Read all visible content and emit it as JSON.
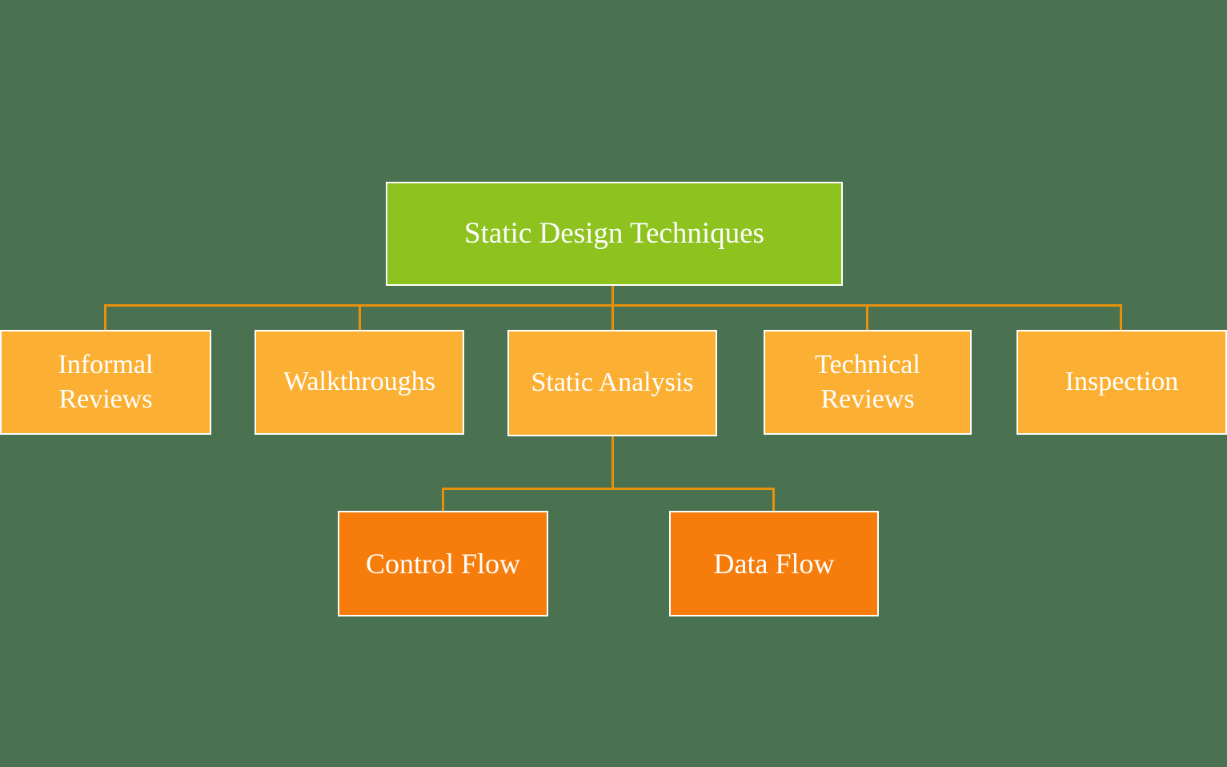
{
  "diagram": {
    "title": "Static Design Techniques hierarchy",
    "colors": {
      "background": "#4a7150",
      "root_fill": "#8dc21f",
      "level1_fill": "#fbb034",
      "level2_fill": "#f67d0c",
      "connector": "#e8920b",
      "border": "#ffffff",
      "text": "#ffffff"
    },
    "root": {
      "label": "Static Design Techniques",
      "fill": "#8dc21f"
    },
    "level1": [
      {
        "label": "Informal Reviews",
        "fill": "#fbb034",
        "parent": "Static Design Techniques"
      },
      {
        "label": "Walkthroughs",
        "fill": "#fbb034",
        "parent": "Static Design Techniques"
      },
      {
        "label": "Static Analysis",
        "fill": "#fbb034",
        "parent": "Static Design Techniques"
      },
      {
        "label": "Technical Reviews",
        "fill": "#fbb034",
        "parent": "Static Design Techniques"
      },
      {
        "label": "Inspection",
        "fill": "#fbb034",
        "parent": "Static Design Techniques"
      }
    ],
    "level2": [
      {
        "label": "Control Flow",
        "fill": "#f67d0c",
        "parent": "Static Analysis"
      },
      {
        "label": "Data Flow",
        "fill": "#f67d0c",
        "parent": "Static Analysis"
      }
    ]
  }
}
